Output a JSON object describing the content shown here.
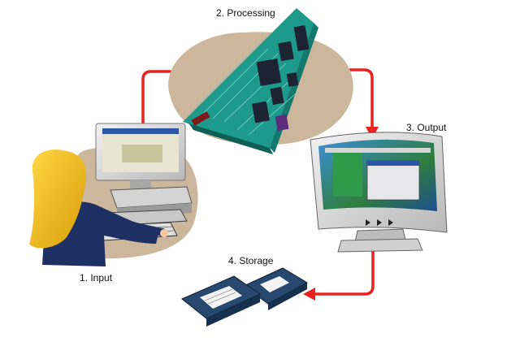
{
  "labels": {
    "input": "1. Input",
    "processing": "2. Processing",
    "output": "3. Output",
    "storage": "4. Storage"
  },
  "colors": {
    "arrow": "#e8221e",
    "board": "#1e9a8c",
    "board_dark": "#0d5f57",
    "chip": "#1c2333",
    "backdrop": "#cdb79c",
    "monitor": "#d9d9d9",
    "screen": "#2f7d3f",
    "hair": "#f2c21d",
    "shirt": "#1e2f63",
    "floppy": "#27496f"
  },
  "icons": {
    "processing": "circuit-board-icon",
    "input": "user-at-computer-icon",
    "output": "monitor-icon",
    "storage": "floppy-disk-icon"
  }
}
